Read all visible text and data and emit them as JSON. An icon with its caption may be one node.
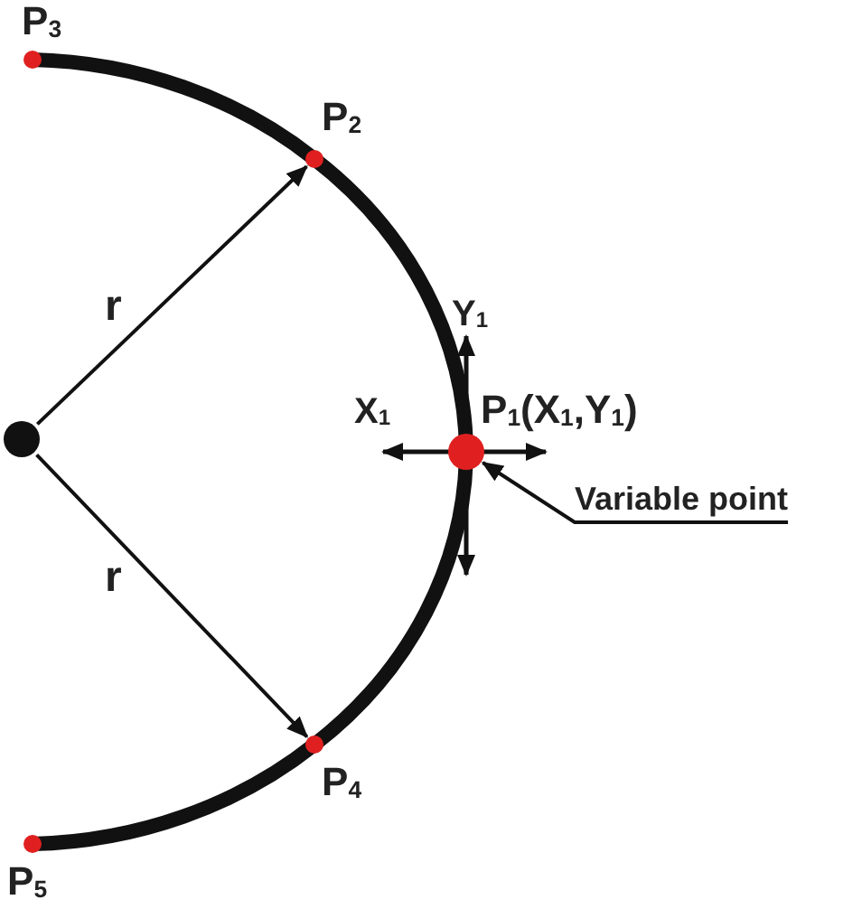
{
  "diagram": {
    "nodes": [
      {
        "text": [],
        "shape": "circle",
        "beside": [
          "P$_{3}$"
        ]
      },
      {
        "text": [],
        "shape": "circle",
        "beside": [
          "P$_{2}$"
        ]
      },
      {
        "text": [],
        "shape": "circle"
      },
      {
        "text": [],
        "shape": "circle",
        "beside": [
          "P$_{1}$(X$_{1}$,Y$_{1}$)"
        ]
      },
      {
        "text": [
          "Variable point"
        ]
      },
      {
        "text": [],
        "shape": "circle",
        "beside": [
          "P$_{4}$"
        ]
      },
      {
        "text": [],
        "shape": "circle",
        "beside": [
          "P$_{5}$"
        ]
      }
    ],
    "edges": [
      {
        "from": 2,
        "to": 1,
        "arrow": "to",
        "label": "r"
      },
      {
        "from": 2,
        "to": 5,
        "arrow": "to",
        "label": "r"
      },
      {
        "from": 4,
        "to": 3,
        "arrow": "to"
      },
      {
        "from": 0,
        "to": 1,
        "arrow": "none"
      },
      {
        "from": 1,
        "to": 3,
        "arrow": "none"
      },
      {
        "from": 3,
        "to": 5,
        "arrow": "none"
      },
      {
        "from": 5,
        "to": 6,
        "arrow": "none"
      }
    ],
    "labels": [
      "Y$_{1}$",
      "X$_{1}$"
    ]
  }
}
